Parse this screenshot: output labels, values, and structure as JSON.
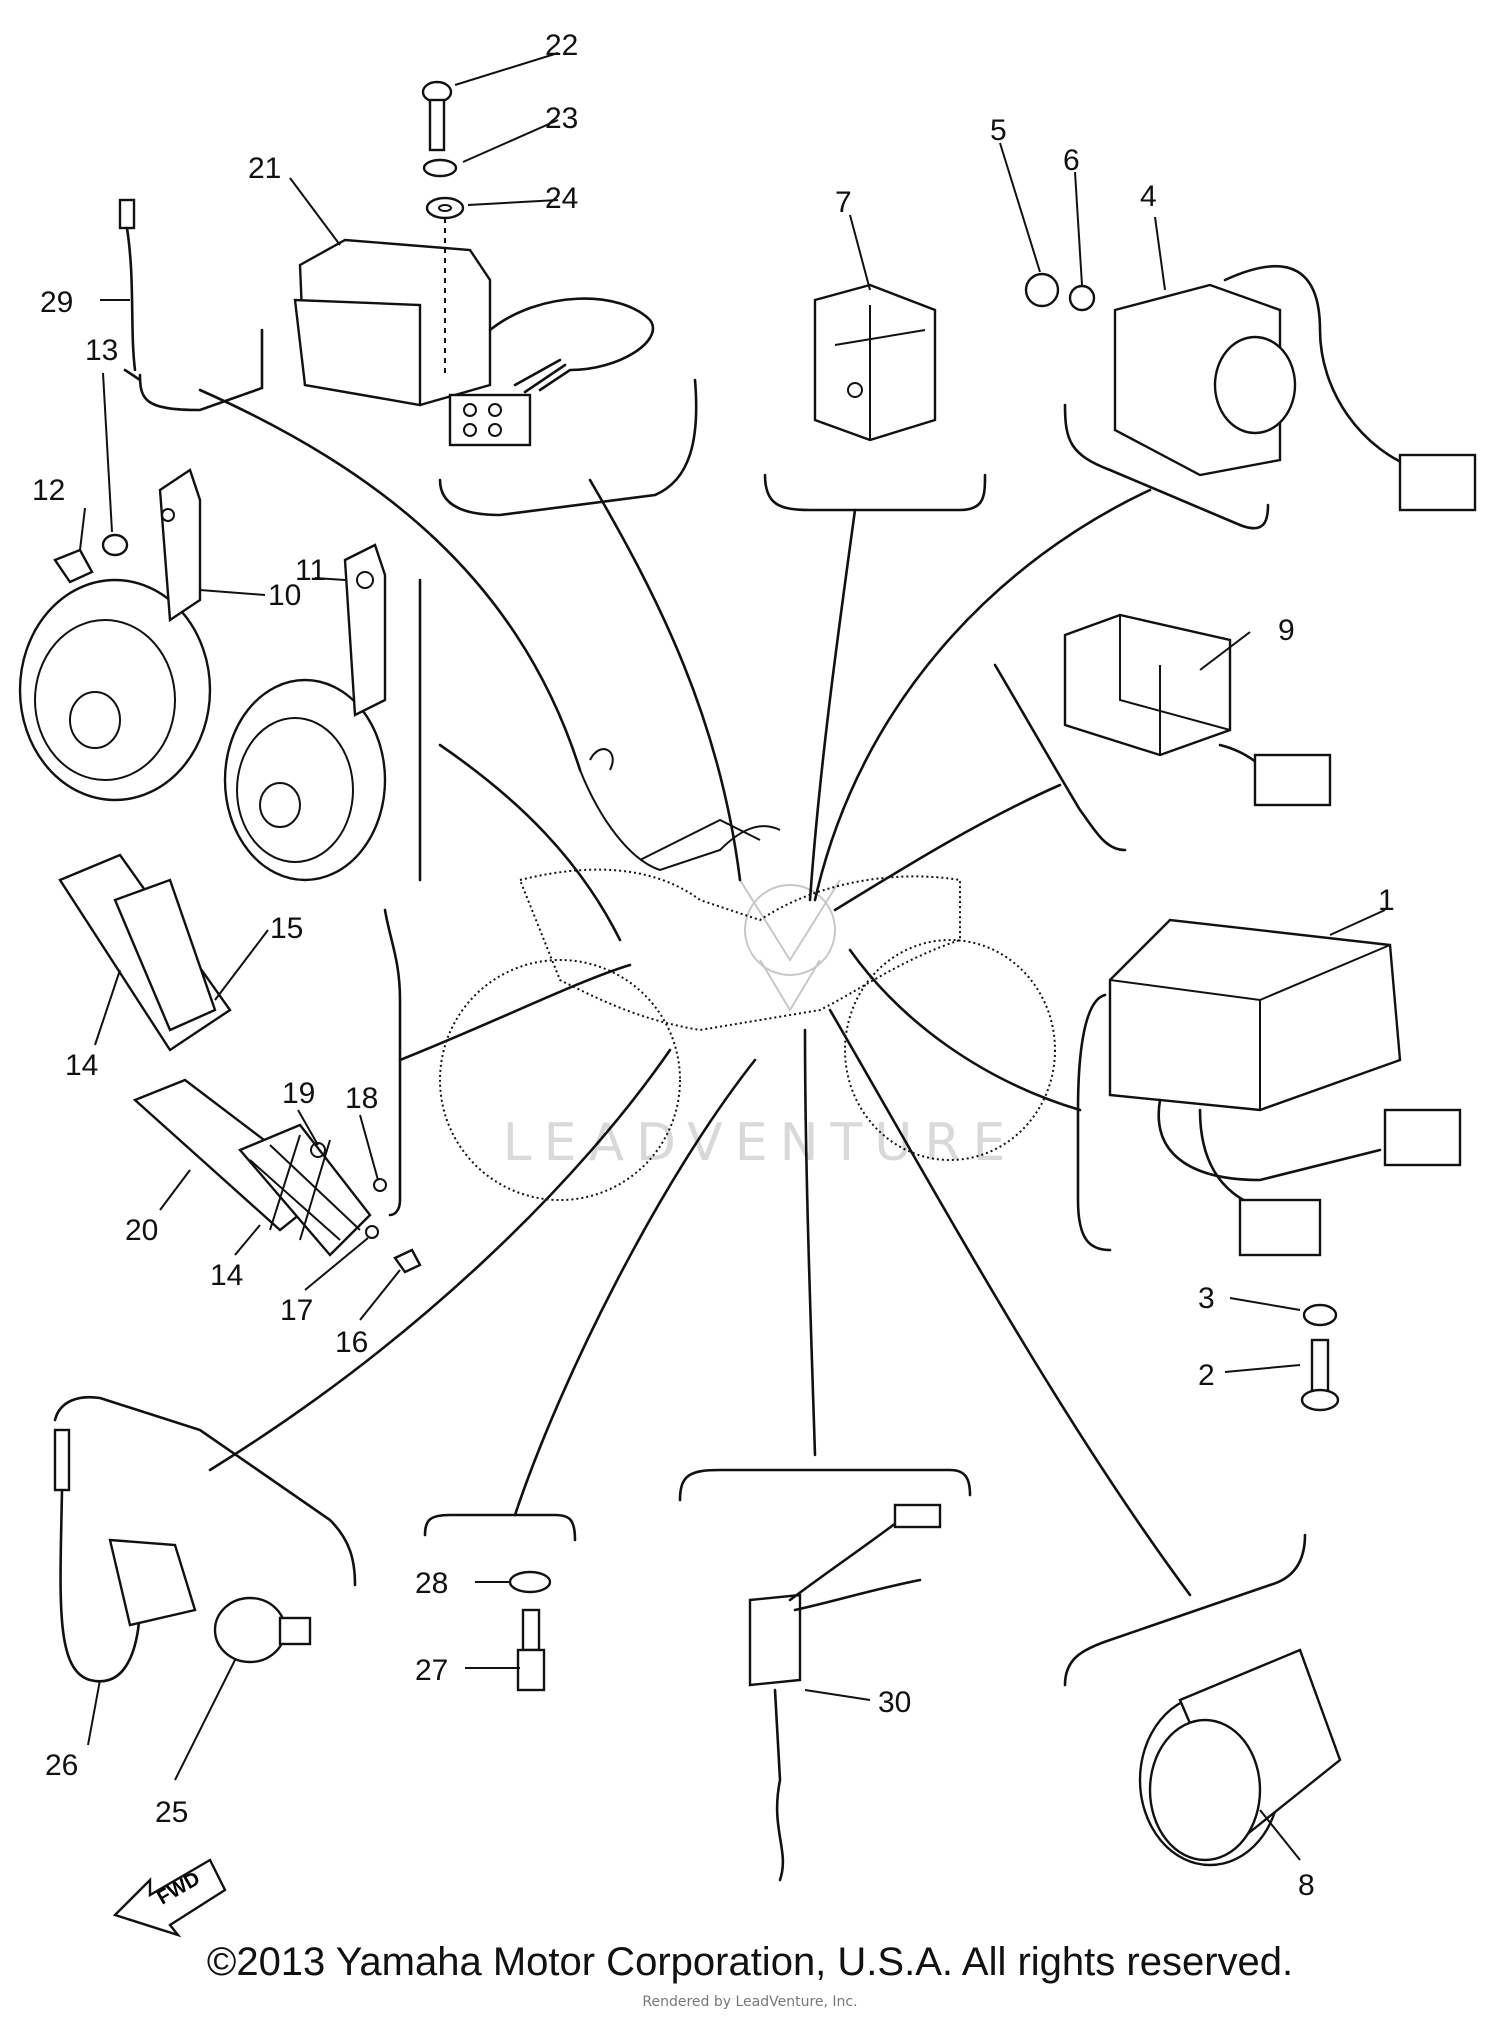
{
  "callouts": {
    "c1": "1",
    "c2": "2",
    "c3": "3",
    "c4": "4",
    "c5": "5",
    "c6": "6",
    "c7": "7",
    "c8": "8",
    "c9": "9",
    "c10": "10",
    "c11": "11",
    "c12": "12",
    "c13": "13",
    "c14a": "14",
    "c14b": "14",
    "c15": "15",
    "c16": "16",
    "c17": "17",
    "c18": "18",
    "c19": "19",
    "c20": "20",
    "c21": "21",
    "c22": "22",
    "c23": "23",
    "c24": "24",
    "c25": "25",
    "c26": "26",
    "c27": "27",
    "c28": "28",
    "c29": "29",
    "c30": "30"
  },
  "fwd_label": "FWD",
  "watermark": "LEADVENTURE",
  "copyright": "©2013 Yamaha Motor Corporation, U.S.A. All rights reserved.",
  "rendered_by": "Rendered by LeadVenture, Inc."
}
